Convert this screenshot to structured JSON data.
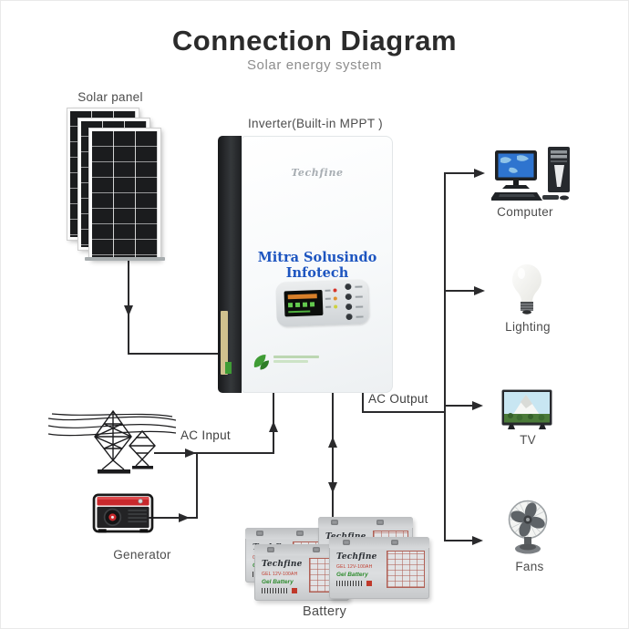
{
  "header": {
    "title": "Connection Diagram",
    "subtitle": "Solar energy system"
  },
  "labels": {
    "solar_panel": "Solar panel",
    "inverter": "Inverter(Built-in MPPT )",
    "computer": "Computer",
    "lighting": "Lighting",
    "tv": "TV",
    "fans": "Fans",
    "generator": "Generator",
    "battery": "Battery",
    "ac_input": "AC Input",
    "ac_output": "AC Output"
  },
  "inverter": {
    "brand": "Techfine",
    "watermark": "Mitra Solusindo Infotech"
  },
  "battery": {
    "brand": "Techfine",
    "model": "GEL 12V-100AH",
    "type": "Gel Battery"
  },
  "colors": {
    "line": "#2a2a2c",
    "watermark_blue": "#1d55c0",
    "brand_green": "#3f9c35",
    "generator_red": "#c8282c"
  }
}
